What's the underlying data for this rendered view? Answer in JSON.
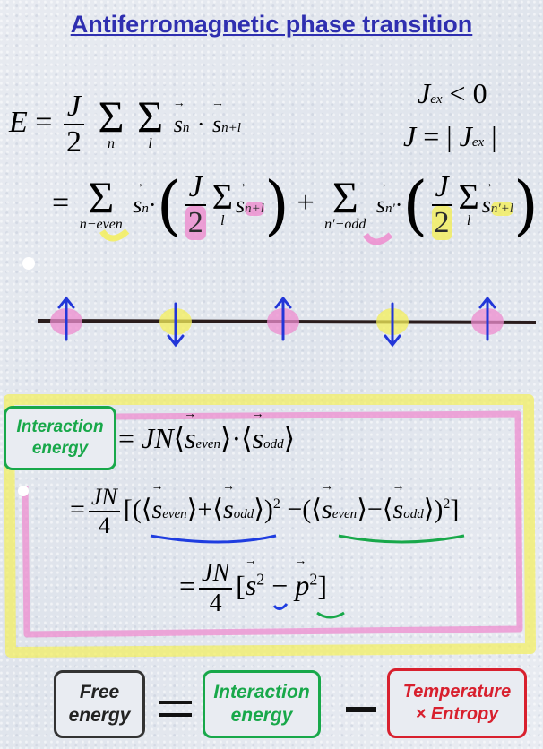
{
  "title": "Antiferromagnetic phase transition",
  "conditions": {
    "line1": "J_ex < 0",
    "line2": "J = | J_ex |"
  },
  "equation_energy": {
    "lhs": "E",
    "index_n": "n",
    "index_l": "l",
    "index_n_even": "n−even",
    "index_n_odd": "n'−odd",
    "sub_n": "n",
    "sub_n_plus_l": "n+l",
    "sub_n_prime": "n'",
    "sub_n_prime_plus_l": "n'+l",
    "J": "J",
    "two": "2"
  },
  "chain": {
    "spins": [
      "up",
      "down",
      "up",
      "down",
      "up"
    ],
    "highlight": [
      "pink",
      "yellow",
      "pink",
      "yellow",
      "pink"
    ]
  },
  "interaction": {
    "label": "Interaction energy",
    "line1_rhs": "= JN⟨s_even⟩·⟨s_odd⟩",
    "JN": "JN",
    "four": "4",
    "sub_even": "even",
    "sub_odd": "odd",
    "s": "s",
    "p": "p"
  },
  "bottom": {
    "free_energy": "Free energy",
    "interaction_energy": "Interaction energy",
    "temp_entropy_1": "Temperature",
    "temp_entropy_2": "× Entropy"
  },
  "colors": {
    "title": "#2f2fb0",
    "blue_arrow": "#2236d8",
    "green": "#18a84a",
    "red": "#d8202e",
    "dark_box": "#333333",
    "pink": "#ee8ccf",
    "yellow": "#f4ef5a"
  }
}
